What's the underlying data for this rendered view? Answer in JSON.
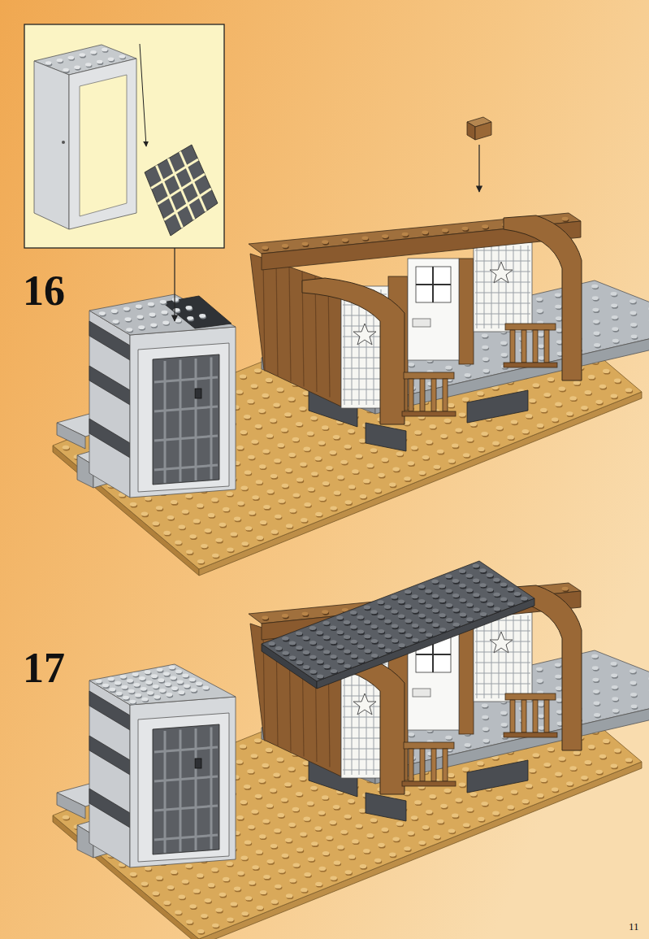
{
  "diagram": {
    "labels": [
      "16",
      "17",
      "11"
    ]
  }
}
